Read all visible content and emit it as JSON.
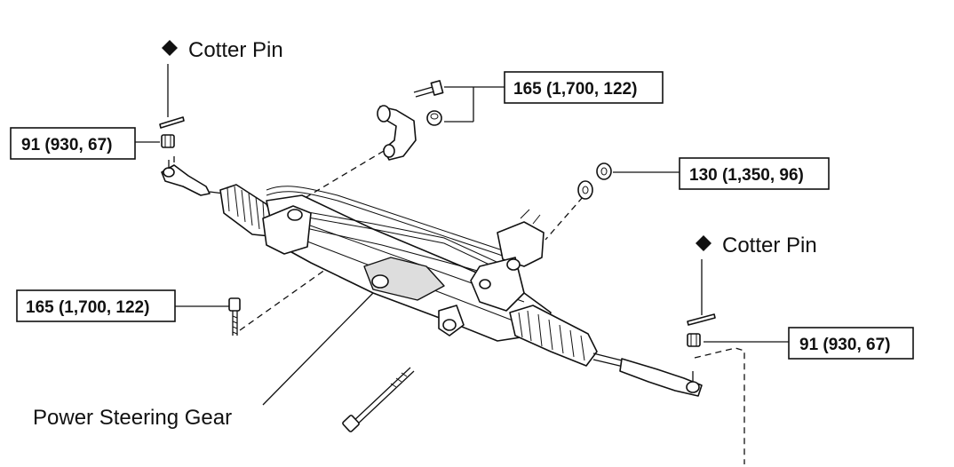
{
  "labels": {
    "cotter_pin_left": "Cotter Pin",
    "cotter_pin_right": "Cotter Pin",
    "power_steering_gear": "Power Steering Gear"
  },
  "torque": {
    "tie_rod_nut_left": "91 (930, 67)",
    "tie_rod_nut_right": "91 (930, 67)",
    "bracket_bolt_top": "165 (1,700, 122)",
    "union_nut": "130 (1,350, 96)",
    "mount_bolt_left": "165 (1,700, 122)"
  },
  "icons": {
    "replace_marker": "black-diamond-icon"
  }
}
